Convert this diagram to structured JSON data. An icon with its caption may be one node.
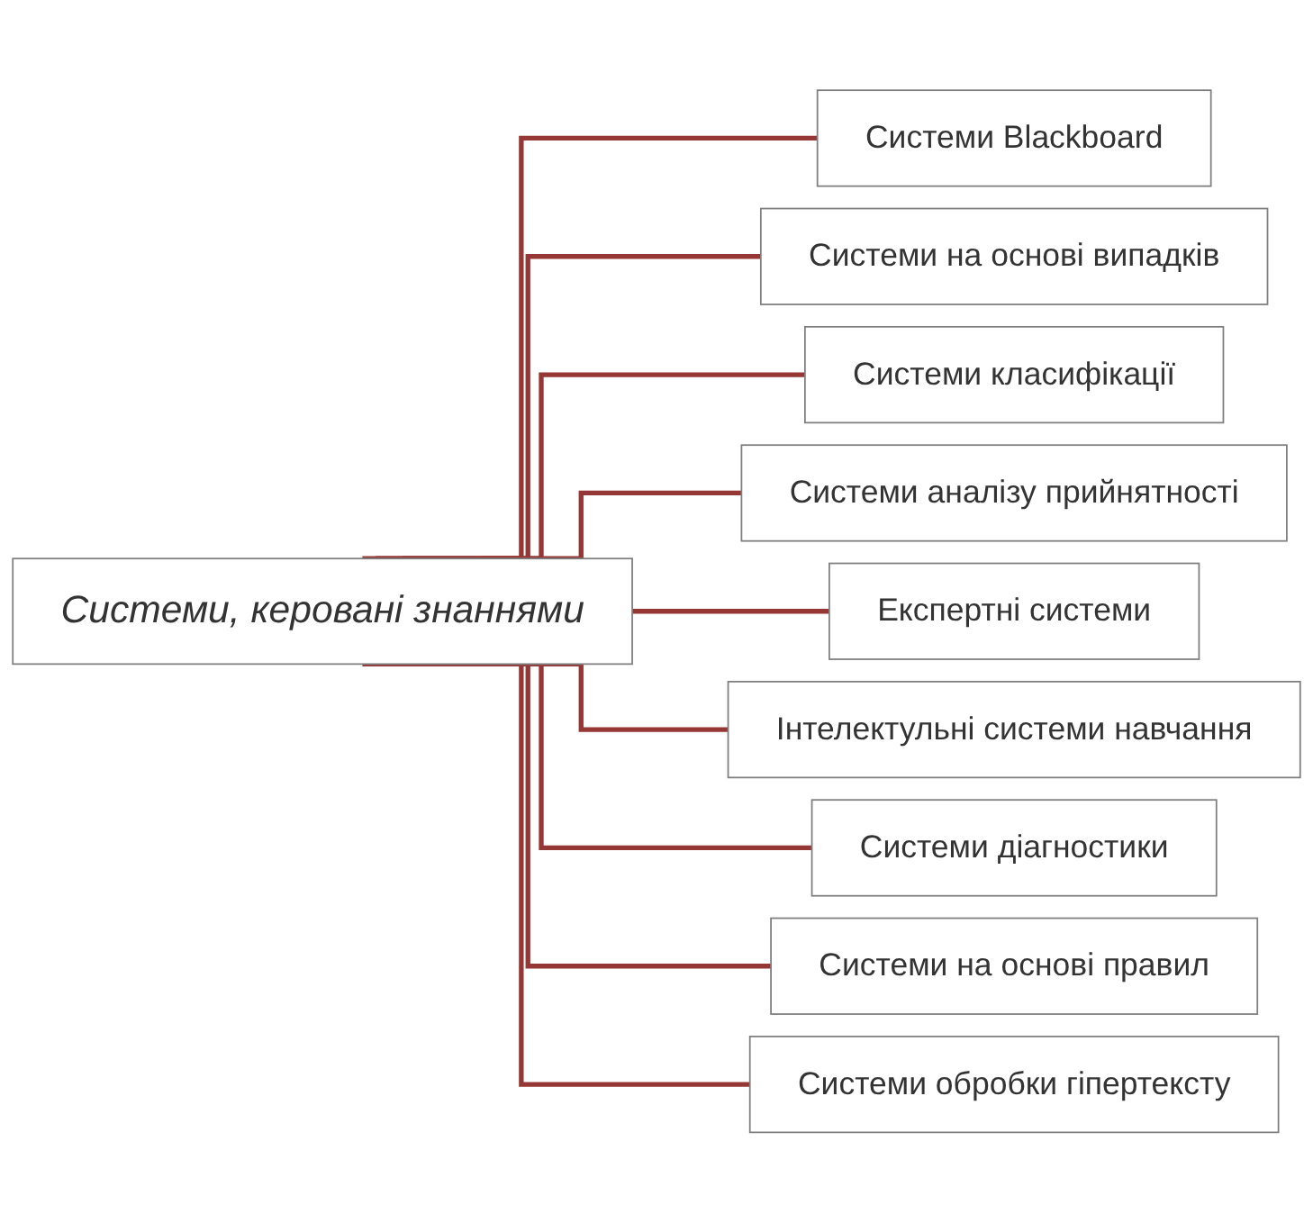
{
  "diagram": {
    "nodes": [
      {
        "text": [
          "Системи, керовані знаннями"
        ]
      },
      {
        "text": [
          "Системи Blackboard"
        ]
      },
      {
        "text": [
          "Системи на основі випадків"
        ]
      },
      {
        "text": [
          "Системи класифікації"
        ]
      },
      {
        "text": [
          "Системи аналізу прийнятності"
        ]
      },
      {
        "text": [
          "Експертні системи"
        ]
      },
      {
        "text": [
          "Інтелектульні системи навчання"
        ]
      },
      {
        "text": [
          "Системи діагностики"
        ]
      },
      {
        "text": [
          "Системи на основі правил"
        ]
      },
      {
        "text": [
          "Системи обробки гіпертексту"
        ]
      }
    ],
    "edges": [
      {
        "from": 0,
        "to": 1,
        "arrow": "none"
      },
      {
        "from": 0,
        "to": 2,
        "arrow": "none"
      },
      {
        "from": 0,
        "to": 3,
        "arrow": "none"
      },
      {
        "from": 0,
        "to": 4,
        "arrow": "none"
      },
      {
        "from": 0,
        "to": 5,
        "arrow": "none"
      },
      {
        "from": 0,
        "to": 6,
        "arrow": "none"
      },
      {
        "from": 0,
        "to": 7,
        "arrow": "none"
      },
      {
        "from": 0,
        "to": 8,
        "arrow": "none"
      },
      {
        "from": 0,
        "to": 9,
        "arrow": "none"
      }
    ]
  }
}
